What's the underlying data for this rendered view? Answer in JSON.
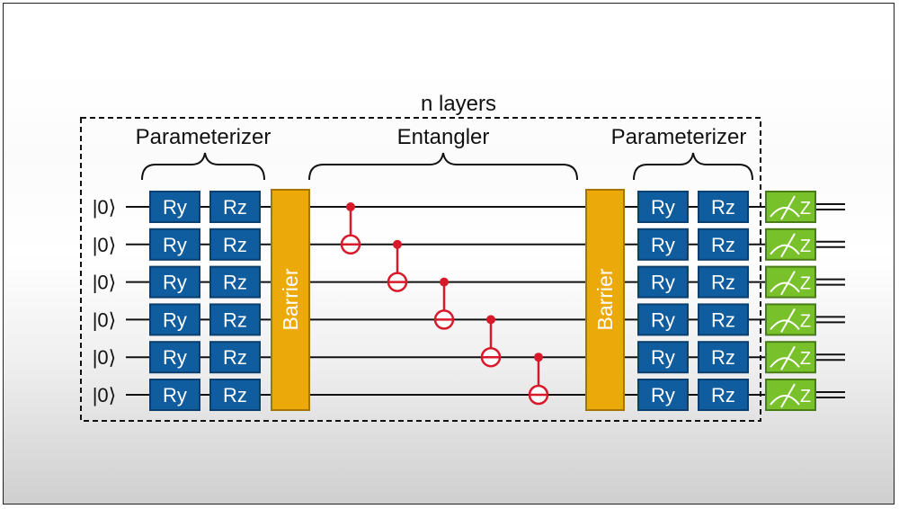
{
  "diagram": {
    "layers_label": "n layers",
    "sections": {
      "parameterizer_left": "Parameterizer",
      "entangler": "Entangler",
      "parameterizer_right": "Parameterizer"
    },
    "qubit_label": "|0⟩",
    "qubit_count": 6,
    "gates": {
      "ry": "Ry",
      "rz": "Rz"
    },
    "barrier_label": "Barrier",
    "measure_label": "Z",
    "colors": {
      "gate_fill": "#0f5c9e",
      "gate_stroke": "#0a3f6f",
      "barrier_fill": "#eba90a",
      "barrier_stroke": "#a67400",
      "measure_fill": "#79c12a",
      "measure_stroke": "#4b7d17",
      "cnot": "#d8192a",
      "wire": "#111111"
    }
  }
}
